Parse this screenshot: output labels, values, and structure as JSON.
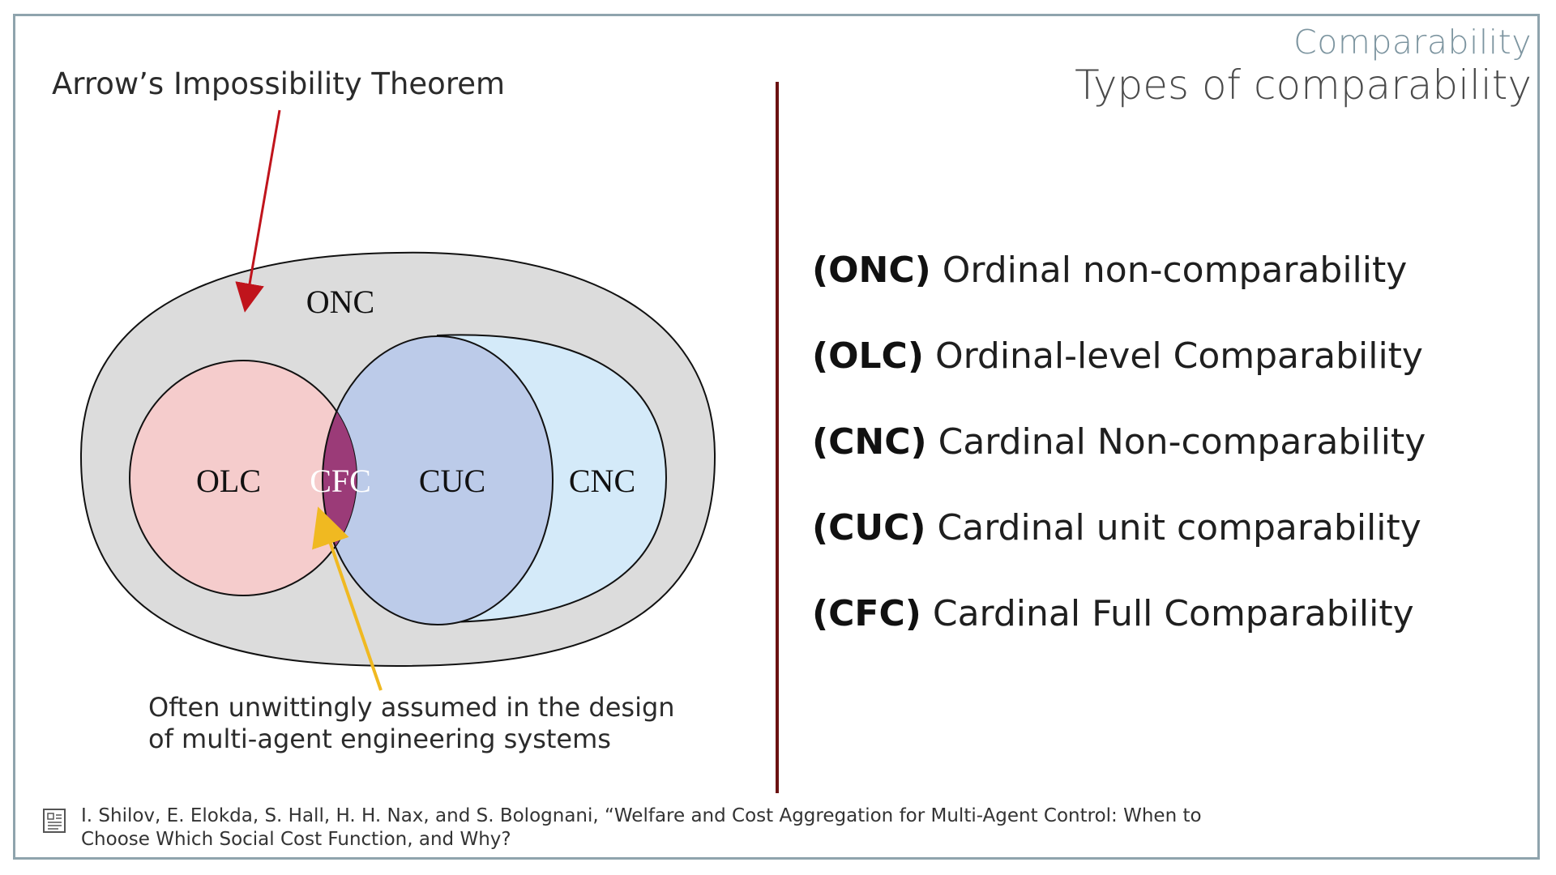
{
  "header": {
    "kicker": "Comparability",
    "title": "Types of comparability"
  },
  "diagram": {
    "arrow_caption": "Arrow’s Impossibility Theorem",
    "labels": {
      "onc": "ONC",
      "olc": "OLC",
      "cfc": "CFC",
      "cuc": "CUC",
      "cnc": "CNC"
    },
    "caption_line1": "Often unwittingly assumed in the design",
    "caption_line2": "of multi-agent engineering systems",
    "colors": {
      "onc_fill": "#dcdcdc",
      "olc_fill": "#f5cccc",
      "cuc_fill": "#bccbe9",
      "cnc_fill": "#d4eaf9",
      "cfc_fill": "#9b3b78",
      "red_arrow": "#c0141c",
      "yellow_arrow": "#f0b921"
    }
  },
  "types": [
    {
      "code": "(ONC)",
      "label": "Ordinal non-comparability"
    },
    {
      "code": "(OLC)",
      "label": "Ordinal-level Comparability"
    },
    {
      "code": "(CNC)",
      "label": "Cardinal Non-comparability"
    },
    {
      "code": "(CUC)",
      "label": "Cardinal unit comparability"
    },
    {
      "code": "(CFC)",
      "label": "Cardinal Full Comparability"
    }
  ],
  "citation": {
    "icon": "document-icon",
    "text": "I. Shilov, E. Elokda, S. Hall, H. H. Nax, and S. Bolognani, “Welfare and Cost Aggregation for Multi-Agent Control: When to Choose Which Social Cost Function, and Why?"
  }
}
